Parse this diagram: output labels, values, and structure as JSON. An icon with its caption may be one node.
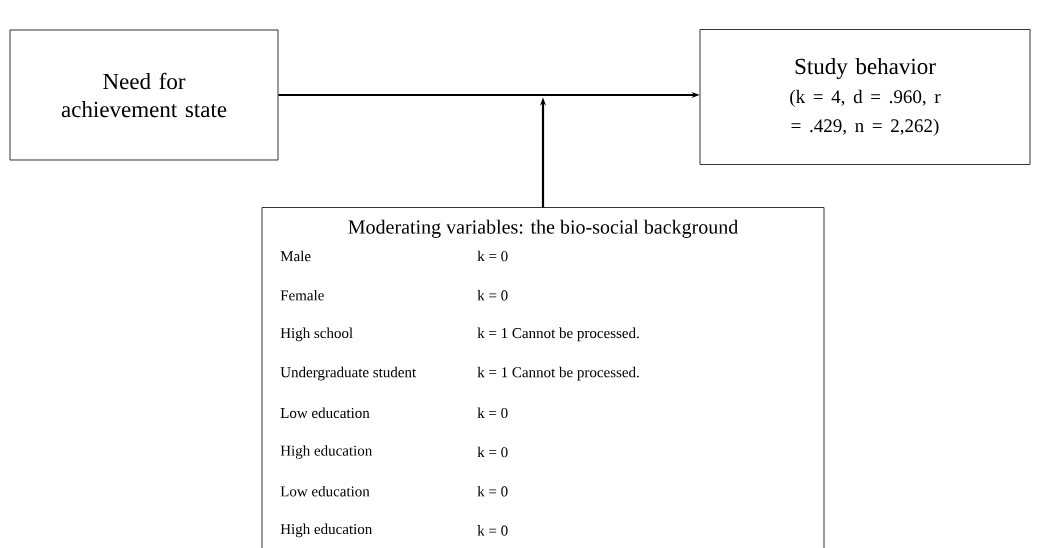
{
  "diagram": {
    "nodes": [
      {
        "text": [
          "Need for achievement state"
        ]
      },
      {
        "text": [
          "Study behavior",
          "(k = 4, d = .960, r = .429, n = 2,262)"
        ]
      },
      {
        "text": [
          "Moderating variables: the bio-social background"
        ]
      }
    ],
    "edges": [
      {
        "from": 0,
        "to": 1,
        "arrow": "to"
      },
      {
        "from": 2,
        "to": null,
        "arrow": "to"
      }
    ],
    "labels": [
      "Male",
      "k = 0",
      "Female",
      "k = 0",
      "High school",
      "k = 1 Cannot be processed.",
      "Undergraduate student",
      "k = 1 Cannot be processed.",
      "Low education",
      "k = 0",
      "High education",
      "k = 0",
      "Low education",
      "k = 0",
      "High education",
      "k = 0"
    ]
  }
}
